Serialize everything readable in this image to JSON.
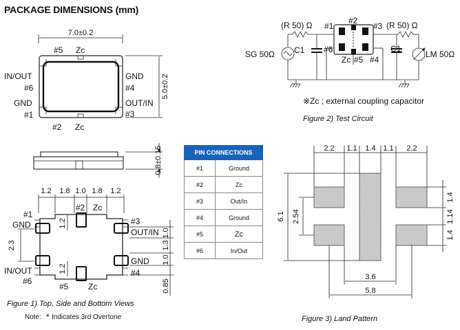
{
  "header": {
    "title": "PACKAGE DIMENSIONS (mm)"
  },
  "top_view": {
    "width_dim": "7.0±0.2",
    "height_dim": "5.0±0.2",
    "pins": {
      "p5": "#5",
      "zc_top": "Zc",
      "in_out": "IN/OUT",
      "p6": "#6",
      "gnd_left": "GND",
      "p1": "#1",
      "p2": "#2",
      "zc_bottom": "Zc",
      "gnd_right": "GND",
      "p4": "#4",
      "out_in": "OUT/IN",
      "p3": "#3"
    }
  },
  "side_view": {
    "height_dim": "0.8±0.15"
  },
  "bottom_view": {
    "top_dims": [
      "1.2",
      "1.8",
      "1.0",
      "1.8",
      "1.2"
    ],
    "left_dim": "2.3",
    "inner_dims": [
      "1.2",
      "1.2"
    ],
    "right_dims": [
      "1.0",
      "1.3",
      "1.0"
    ],
    "bottom_dim": "0.85",
    "pins": {
      "p1": "#1",
      "gnd_left": "GND",
      "in_out": "IN/OUT",
      "p6": "#6",
      "p5": "#5",
      "zc_bottom": "Zc",
      "p2": "#2",
      "zc_top": "Zc",
      "p3": "#3",
      "out_in": "OUT/IN",
      "gnd_right": "GND",
      "p4": "#4"
    }
  },
  "figure1": {
    "caption": "Figure 1)  Top, Side  and Bottom Views",
    "note_prefix": "Note:",
    "note_star": "*",
    "note_text": "Indicates 3rd Overtone"
  },
  "pin_connections": {
    "title": "PIN CONNECTIONS",
    "rows": [
      {
        "pin": "#1",
        "function": "Ground"
      },
      {
        "pin": "#2",
        "function": "Zc"
      },
      {
        "pin": "#3",
        "function": "Out/In"
      },
      {
        "pin": "#4",
        "function": "Ground"
      },
      {
        "pin": "#5",
        "function": "Zc"
      },
      {
        "pin": "#6",
        "function": "In/Out"
      }
    ]
  },
  "test_circuit": {
    "r_left": "(R 50) Ω",
    "r_right": "(R 50) Ω",
    "c1_left": "C1",
    "c1_right": "C1",
    "sg": "SG 50Ω",
    "lm": "LM 50Ω",
    "pins": {
      "p1": "#1",
      "p2": "#2",
      "p3": "#3",
      "p6": "#6",
      "p5": "#5",
      "p4": "#4",
      "zc": "Zc"
    },
    "footnote": "※Zc ; external coupling capacitor",
    "caption": "Figure  2) Test Circuit"
  },
  "land_pattern": {
    "top_dims": [
      "2.2",
      "1.1",
      "1.4",
      "1.1",
      "2.2"
    ],
    "left_dims": [
      "6.1",
      "2.54"
    ],
    "right_dims": [
      "1.4",
      "1.14",
      "1.4"
    ],
    "inner_dim": "3.6",
    "bottom_dim": "5.8",
    "caption": "Figure  3) Land Pattern"
  }
}
